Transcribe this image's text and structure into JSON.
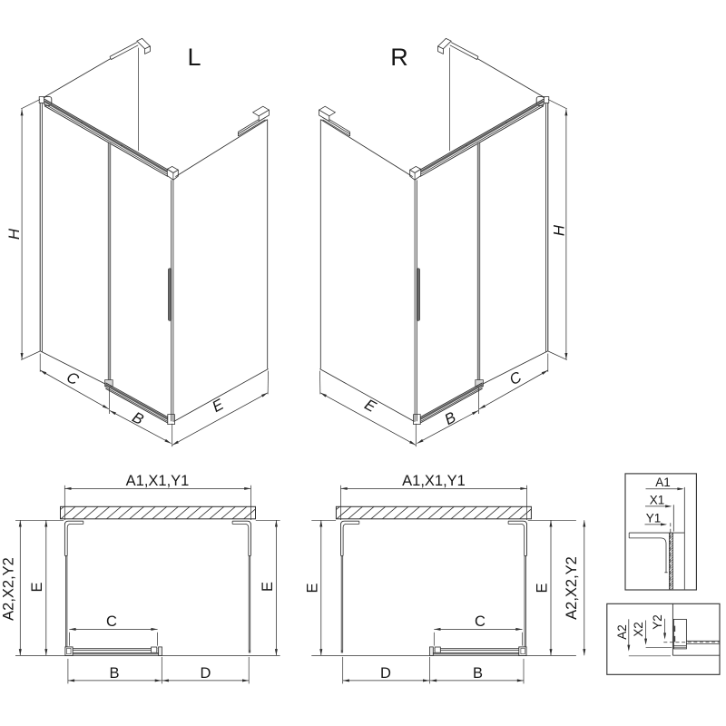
{
  "drawing": {
    "variant_left": {
      "title": "L",
      "height_label": "H",
      "panel_width_label": "C",
      "door_width_label": "B",
      "side_depth_label": "E"
    },
    "variant_right": {
      "title": "R",
      "height_label": "H",
      "panel_width_label": "C",
      "door_width_label": "B",
      "side_depth_label": "E"
    },
    "plan_left": {
      "width_label": "A1,X1,Y1",
      "depth_total_label": "A2,X2,Y2",
      "side_left_label": "E",
      "side_right_label": "E",
      "door_glass_label": "C",
      "rail_label": "B",
      "entry_label": "D"
    },
    "plan_right": {
      "width_label": "A1,X1,Y1",
      "depth_total_label": "A2,X2,Y2",
      "side_left_label": "E",
      "side_right_label": "E",
      "door_glass_label": "C",
      "rail_label": "B",
      "entry_label": "D"
    },
    "detail_wall_profile": {
      "a1": "A1",
      "x1": "X1",
      "y1": "Y1"
    },
    "detail_bottom_rail": {
      "a2": "A2",
      "x2": "X2",
      "y2": "Y2"
    }
  },
  "colors": {
    "line": "#2e2e2e",
    "text": "#161616",
    "background": "#ffffff"
  }
}
